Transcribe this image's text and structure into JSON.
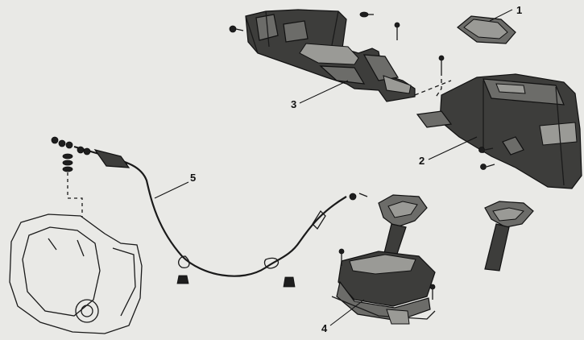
{
  "figure": {
    "callouts": [
      {
        "id": "1",
        "label": "1"
      },
      {
        "id": "2",
        "label": "2"
      },
      {
        "id": "3",
        "label": "3"
      },
      {
        "id": "4",
        "label": "4"
      },
      {
        "id": "5",
        "label": "5"
      }
    ]
  }
}
